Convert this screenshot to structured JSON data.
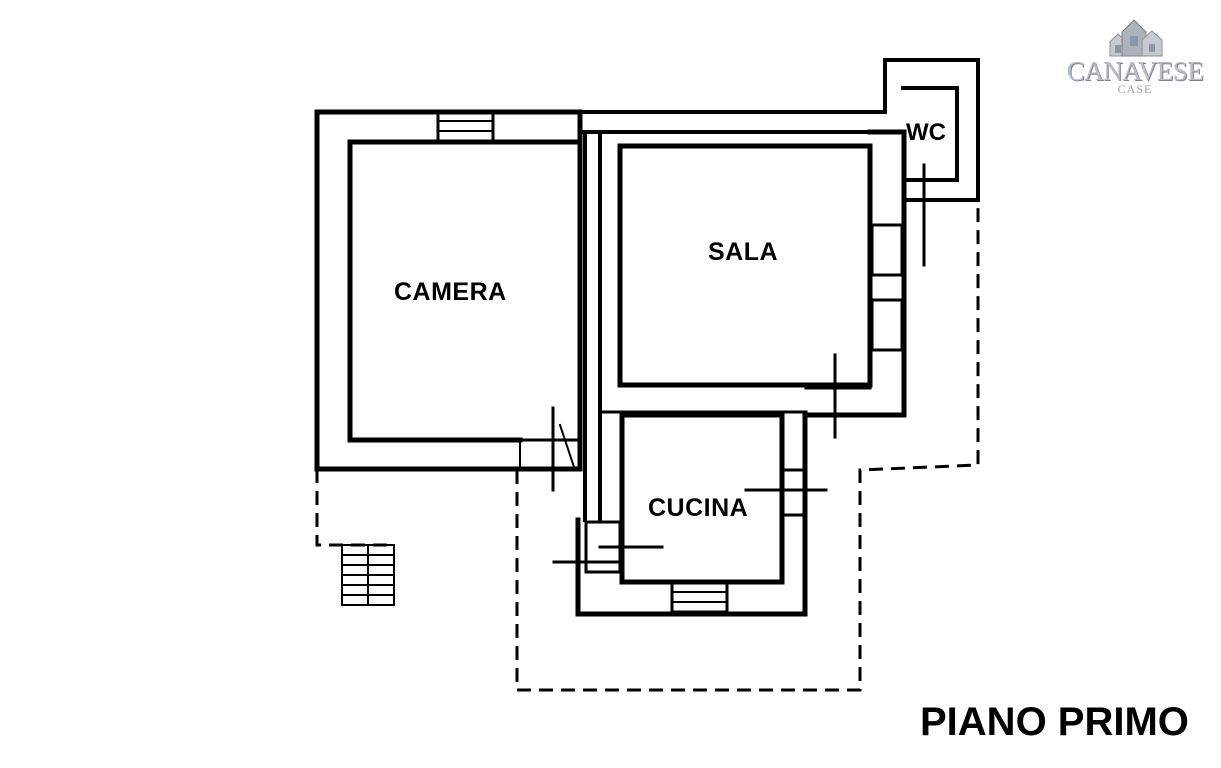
{
  "rooms": {
    "camera": "CAMERA",
    "sala": "SALA",
    "cucina": "CUCINA",
    "wc": "WC"
  },
  "floor_title": "PIANO PRIMO",
  "logo": {
    "name": "CANAVESE",
    "sub": "CASE"
  }
}
